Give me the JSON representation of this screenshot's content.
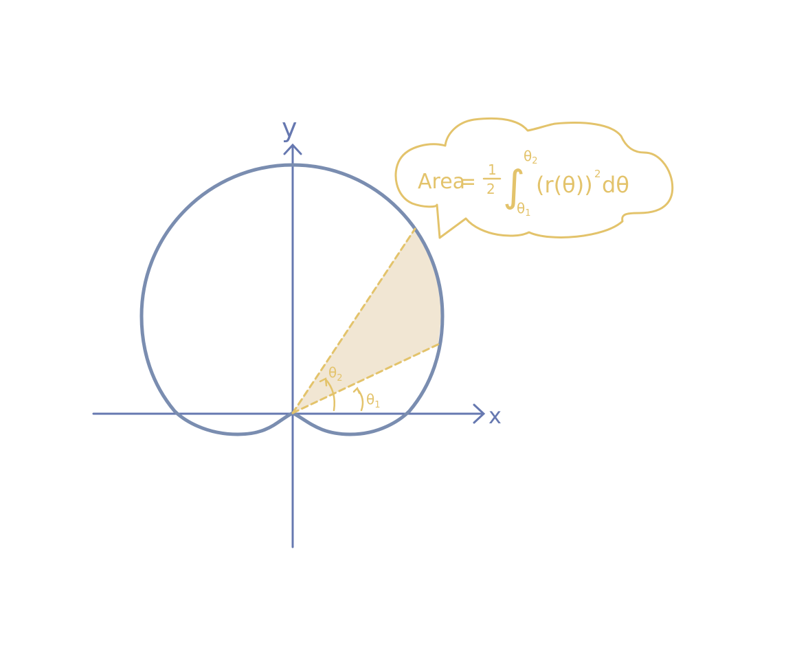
{
  "diagram": {
    "axes": {
      "x_label": "x",
      "y_label": "y"
    },
    "angles": {
      "theta1": "θ",
      "theta1_sub": "1",
      "theta2": "θ",
      "theta2_sub": "2"
    },
    "formula": {
      "lhs": "Area",
      "equals": "=",
      "half_num": "1",
      "half_den": "2",
      "integral": "∫",
      "upper_limit": "θ",
      "upper_limit_sub": "2",
      "lower_limit": "θ",
      "lower_limit_sub": "1",
      "integrand": "(r(θ))",
      "power": "2",
      "differential": "dθ"
    },
    "colors": {
      "axis": "#6678b0",
      "curve": "#7a8db0",
      "annotation": "#e3c36b",
      "sector_fill": "#f1e6d3"
    }
  }
}
